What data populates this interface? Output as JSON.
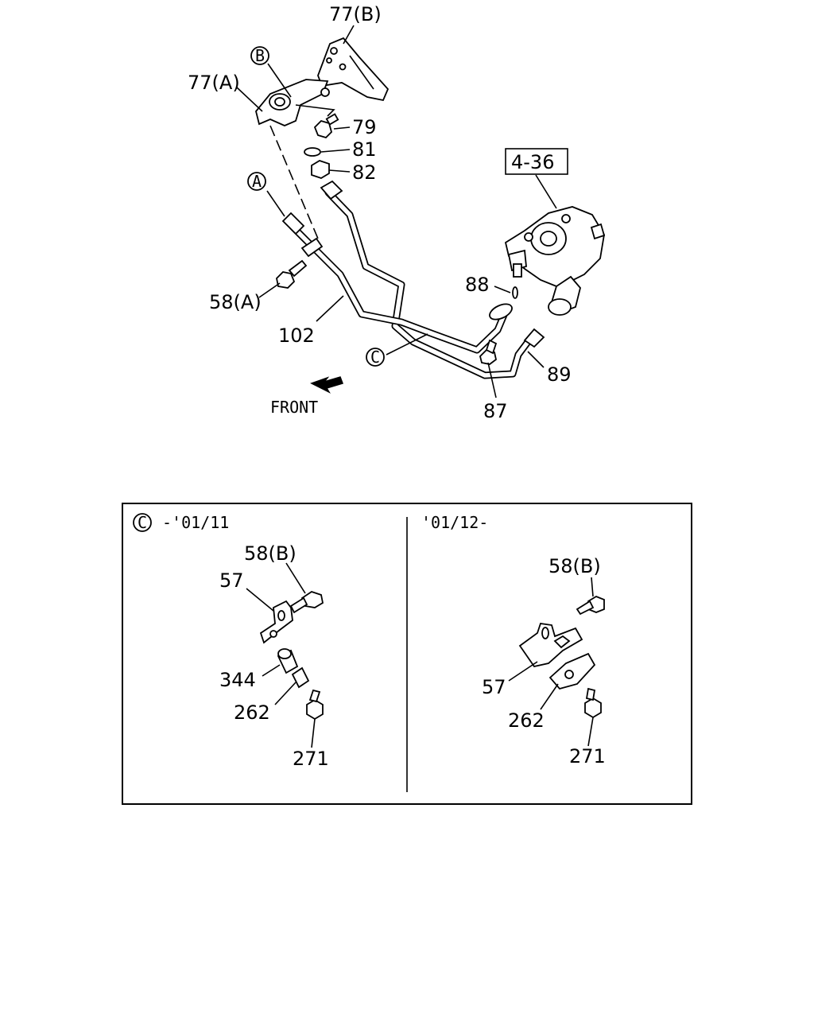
{
  "top_labels": {
    "l77b": "77(B)",
    "l77a": "77(A)",
    "l79": "79",
    "l81": "81",
    "l82": "82",
    "l436": "4-36",
    "l88": "88",
    "l58a": "58(A)",
    "l102": "102",
    "l87": "87",
    "l89": "89",
    "front": "FRONT"
  },
  "callouts": {
    "a": "A",
    "b": "B",
    "c": "C"
  },
  "inset": {
    "left_title": "-'01/11",
    "right_title": "'01/12-",
    "left_labels": {
      "l58b": "58(B)",
      "l57": "57",
      "l344": "344",
      "l262": "262",
      "l271": "271"
    },
    "right_labels": {
      "l58b": "58(B)",
      "l57": "57",
      "l262": "262",
      "l271": "271"
    }
  }
}
